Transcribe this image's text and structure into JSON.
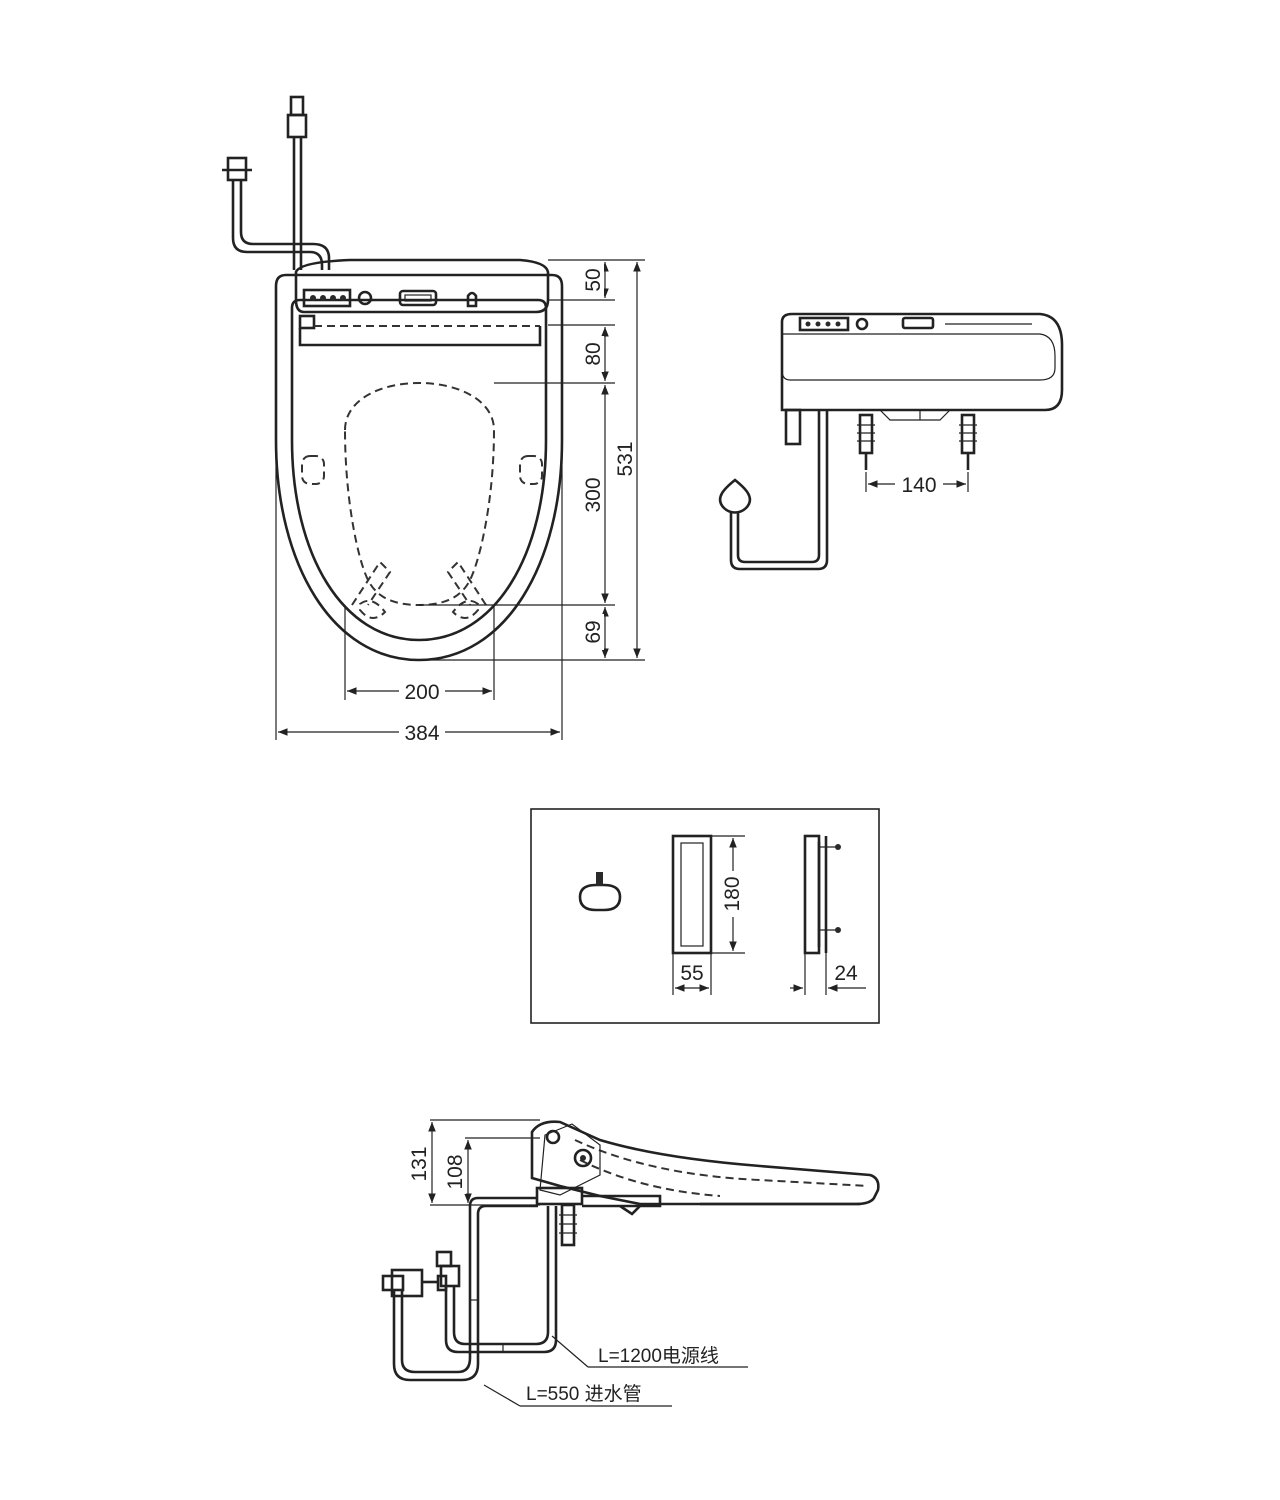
{
  "colors": {
    "line": "#222222",
    "background": "#ffffff"
  },
  "top_view": {
    "dims": {
      "d50": "50",
      "d80": "80",
      "d300": "300",
      "d531": "531",
      "d69": "69",
      "d200": "200",
      "d384": "384"
    }
  },
  "side_top_view": {
    "dims": {
      "d140": "140"
    }
  },
  "remote_panel": {
    "dims": {
      "d180": "180",
      "d55": "55",
      "d24": "24"
    }
  },
  "profile_view": {
    "dims": {
      "d131": "131",
      "d108": "108"
    },
    "labels": {
      "power_cord": "L=1200电源线",
      "water_pipe": "L=550 进水管"
    }
  }
}
